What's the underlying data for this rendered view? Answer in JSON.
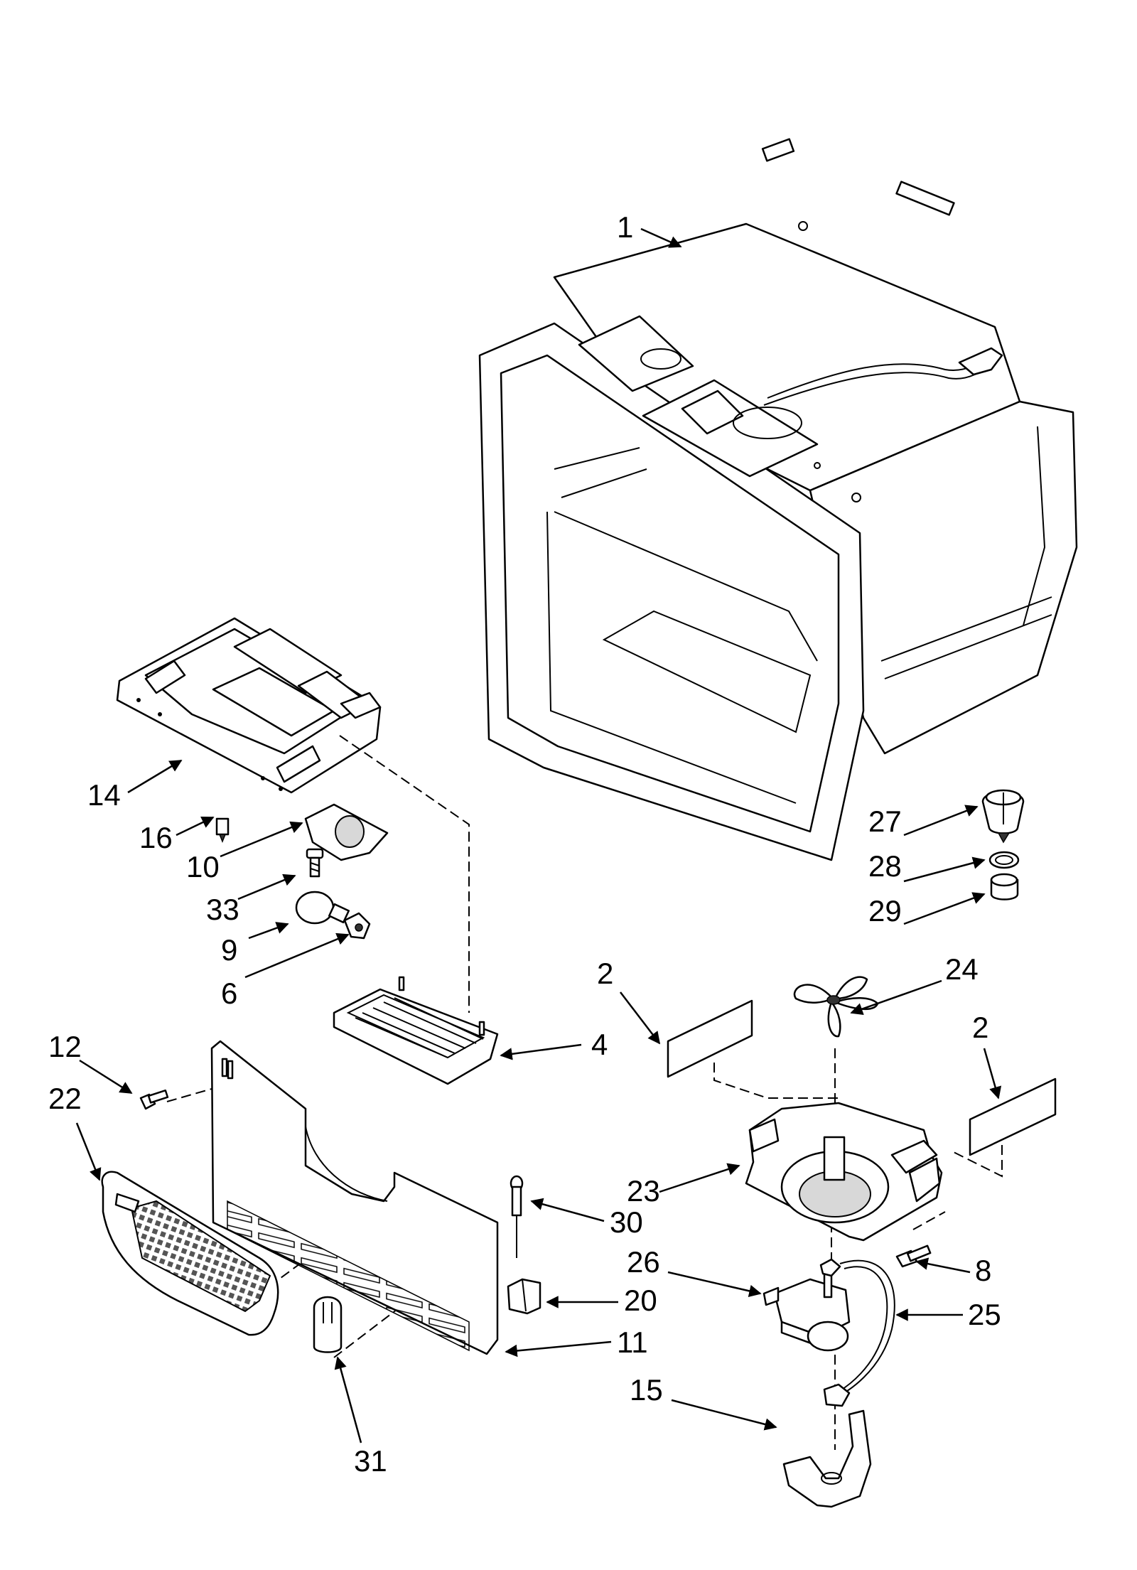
{
  "callouts": [
    {
      "id": "c1",
      "text": "1"
    },
    {
      "id": "c14",
      "text": "14"
    },
    {
      "id": "c16",
      "text": "16"
    },
    {
      "id": "c10",
      "text": "10"
    },
    {
      "id": "c33",
      "text": "33"
    },
    {
      "id": "c9",
      "text": "9"
    },
    {
      "id": "c6",
      "text": "6"
    },
    {
      "id": "c27",
      "text": "27"
    },
    {
      "id": "c28",
      "text": "28"
    },
    {
      "id": "c29",
      "text": "29"
    },
    {
      "id": "c2a",
      "text": "2"
    },
    {
      "id": "c4",
      "text": "4"
    },
    {
      "id": "c24",
      "text": "24"
    },
    {
      "id": "c2b",
      "text": "2"
    },
    {
      "id": "c12",
      "text": "12"
    },
    {
      "id": "c22",
      "text": "22"
    },
    {
      "id": "c23",
      "text": "23"
    },
    {
      "id": "c30",
      "text": "30"
    },
    {
      "id": "c26",
      "text": "26"
    },
    {
      "id": "c8",
      "text": "8"
    },
    {
      "id": "c20",
      "text": "20"
    },
    {
      "id": "c25",
      "text": "25"
    },
    {
      "id": "c11",
      "text": "11"
    },
    {
      "id": "c15",
      "text": "15"
    },
    {
      "id": "c31",
      "text": "31"
    }
  ]
}
